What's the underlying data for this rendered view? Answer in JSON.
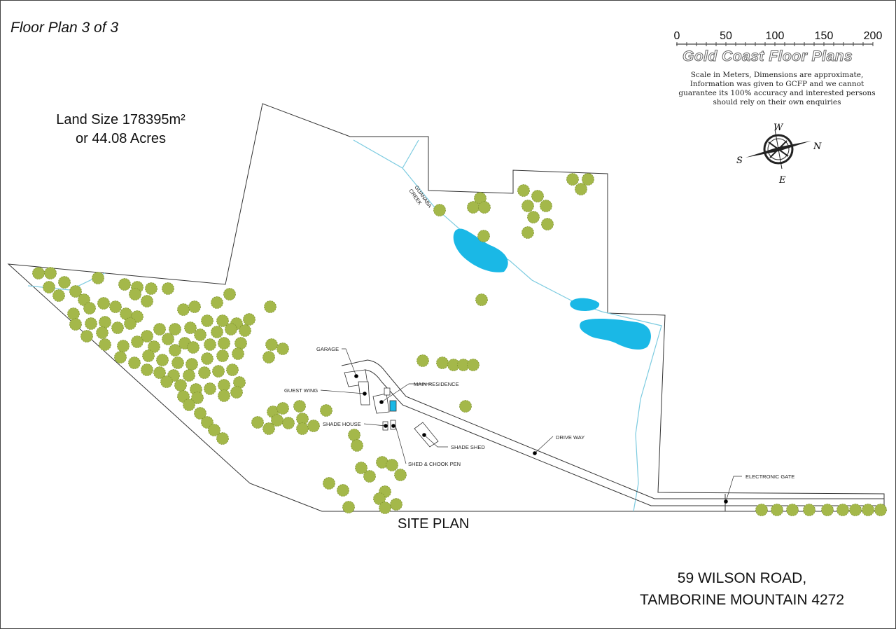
{
  "title": "Floor Plan 3 of 3",
  "land_size": {
    "line1": "Land Size 178395m²",
    "line2": "or 44.08 Acres"
  },
  "scale_bar": {
    "ticks": [
      "0",
      "50",
      "100",
      "150",
      "200"
    ],
    "unit": "Meters"
  },
  "brand": "Gold Coast Floor Plans",
  "disclaimer": "Scale in Meters, Dimensions are approximate, Information was given to GCFP and we cannot guarantee its 100% accuracy and interested persons should rely on their own enquiries",
  "compass": {
    "north": "N",
    "south": "S",
    "east": "E",
    "west": "W"
  },
  "labels": {
    "creek": [
      "GUANABA",
      "CREEK"
    ],
    "garage": "GARAGE",
    "guest_wing": "GUEST WING",
    "main_residence": "MAIN RESIDENCE",
    "shade_house": "SHADE HOUSE",
    "shade_shed": "SHADE SHED",
    "shed_chook": "SHED & CHOOK PEN",
    "driveway": "DRIVE WAY",
    "gate": "ELECTRONIC GATE"
  },
  "plan_title": "SITE PLAN",
  "address": {
    "line1": "59 WILSON  ROAD,",
    "line2": "TAMBORINE MOUNTAIN 4272"
  },
  "colors": {
    "tree": "#a4b84a",
    "water": "#1ab8e6",
    "creek": "#7ccbe0",
    "boundary": "#333333"
  }
}
